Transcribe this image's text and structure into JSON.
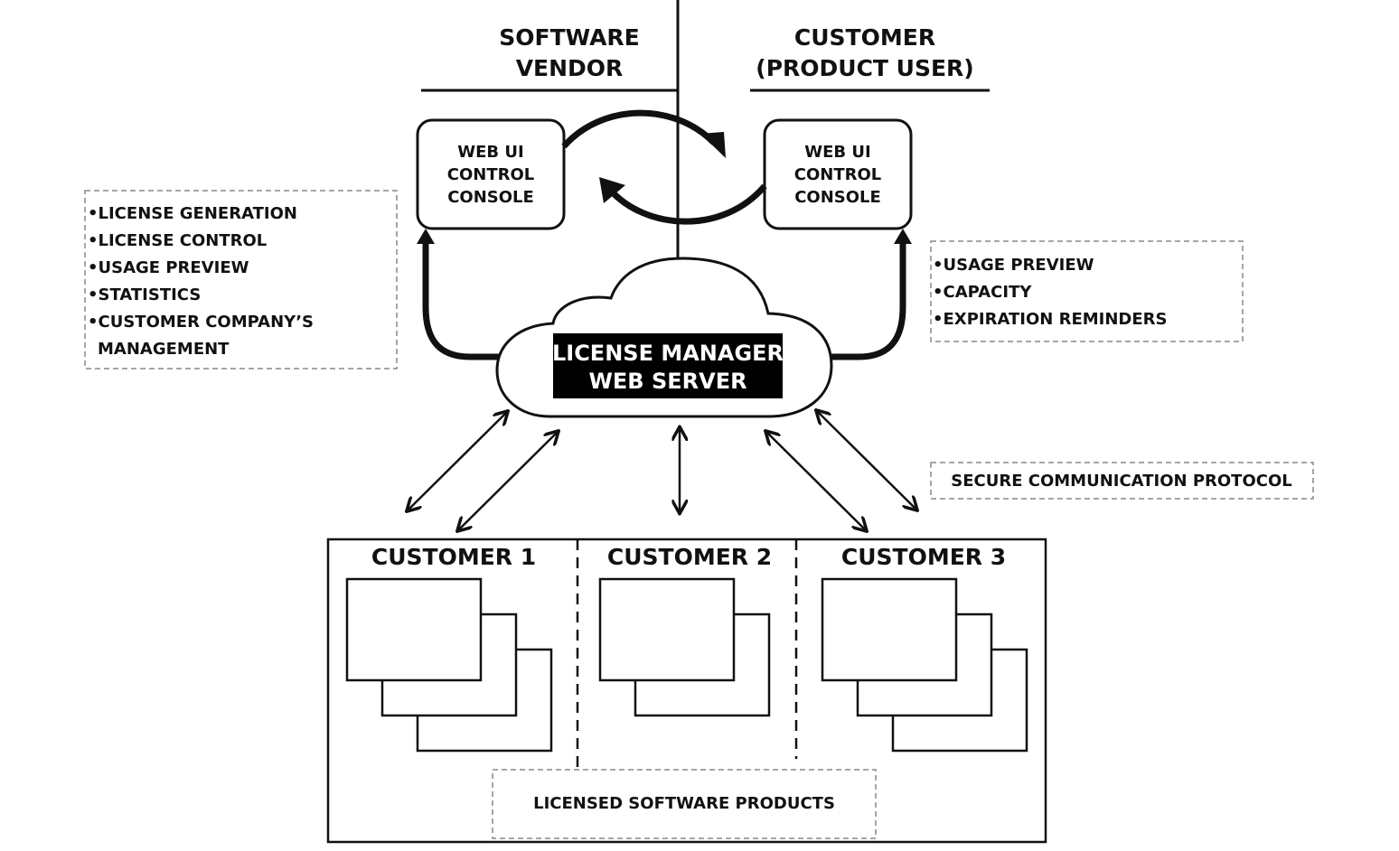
{
  "headers": {
    "vendor": [
      "SOFTWARE",
      "VENDOR"
    ],
    "customer": [
      "CUSTOMER",
      "(PRODUCT USER)"
    ]
  },
  "consoles": {
    "vendor": [
      "WEB UI",
      "CONTROL",
      "CONSOLE"
    ],
    "customer": [
      "WEB UI",
      "CONTROL",
      "CONSOLE"
    ]
  },
  "vendor_features": {
    "bullet": "•",
    "items": [
      "LICENSE GENERATION",
      "LICENSE CONTROL",
      "USAGE PREVIEW",
      "STATISTICS",
      "CUSTOMER COMPANY’S",
      "MANAGEMENT"
    ]
  },
  "customer_features": {
    "bullet": "•",
    "items": [
      "USAGE PREVIEW",
      "CAPACITY",
      "EXPIRATION REMINDERS"
    ]
  },
  "server": {
    "label": [
      "LICENSE MANAGER",
      "WEB SERVER"
    ]
  },
  "protocol_label": "SECURE COMMUNICATION PROTOCOL",
  "customers": [
    {
      "name": "CUSTOMER 1",
      "product_count": 3
    },
    {
      "name": "CUSTOMER 2",
      "product_count": 2
    },
    {
      "name": "CUSTOMER 3",
      "product_count": 3
    }
  ],
  "products_label": "LICENSED SOFTWARE PRODUCTS"
}
